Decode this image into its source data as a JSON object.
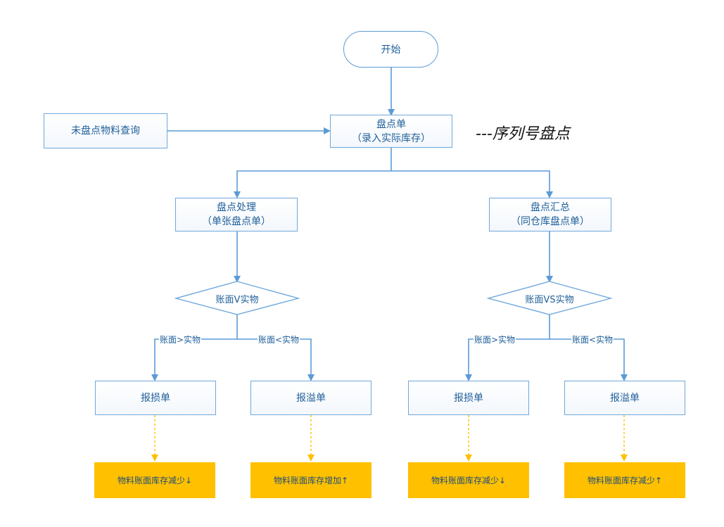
{
  "nodes": {
    "start": "开始",
    "unchecked_query": "未盘点物料查询",
    "count_sheet": {
      "line1": "盘点单",
      "line2": "（录入实际库存）"
    },
    "annotation": "---序列号盘点",
    "process": {
      "line1": "盘点处理",
      "line2": "（单张盘点单）"
    },
    "summary": {
      "line1": "盘点汇总",
      "line2": "（同仓库盘点单）"
    },
    "compare_left": "账面V实物",
    "compare_right": "账面VS实物",
    "loss_left": "报损单",
    "overflow_left": "报溢单",
    "loss_right": "报损单",
    "overflow_right": "报溢单",
    "result_1": "物料账面库存减少↓",
    "result_2": "物料账面库存增加↑",
    "result_3": "物料账面库存减少↓",
    "result_4": "物料账面库存减少↑"
  },
  "edges": {
    "gt_left": "账面>实物",
    "lt_left": "账面<实物",
    "gt_right": "账面>实物",
    "lt_right": "账面<实物"
  },
  "colors": {
    "line": "#5b9bd5",
    "dashed": "#ffc000",
    "result_fill": "#ffc000"
  }
}
